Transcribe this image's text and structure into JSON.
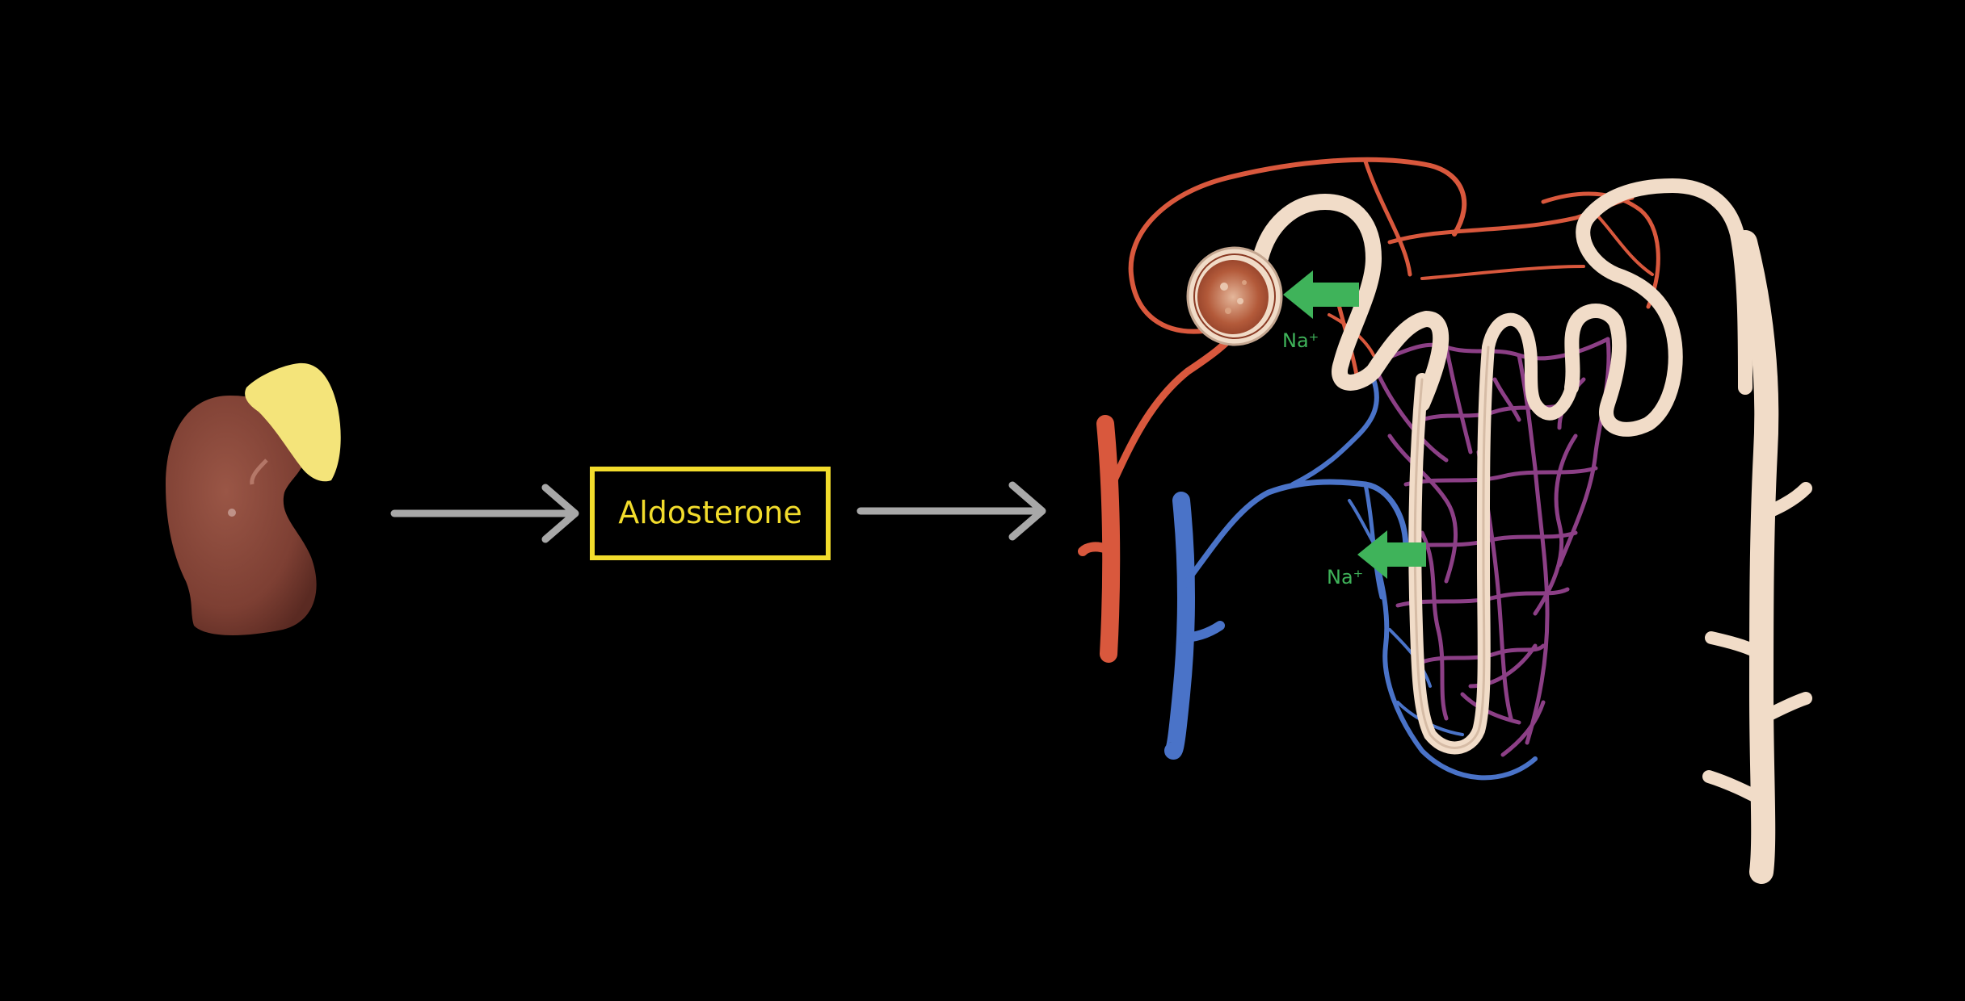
{
  "hormone_label": "Aldosterone",
  "ion_label_top": "Na⁺",
  "ion_label_bottom": "Na⁺",
  "colors": {
    "background": "#000000",
    "kidney": "#8a4a3c",
    "adrenal_gland": "#f4e47a",
    "label_box": "#f2dc2c",
    "label_text": "#f2dc2c",
    "flow_arrow": "#a8a8a8",
    "artery": "#d9583d",
    "vein": "#4a73c8",
    "capillary": "#8c3f86",
    "tubule": "#e6cdb7",
    "sodium_arrow": "#3fb35a",
    "sodium_text": "#3fb35a"
  }
}
